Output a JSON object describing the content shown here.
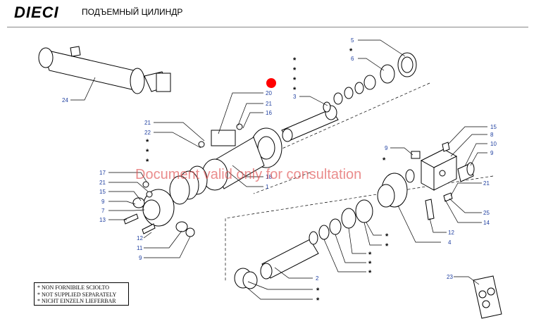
{
  "header": {
    "logo": "DIECI",
    "title": "ПОДЪЕМНЫЙ ЦИЛИНДР"
  },
  "watermark": "Document valid only for consultation",
  "legend": {
    "lines": [
      "* NON FORNIBILE SCIOLTO",
      "* NOT SUPPLIED SEPARATELY",
      "* NICHT EINZELN LIEFERBAR"
    ]
  },
  "callouts": {
    "c24": "24",
    "c5": "5",
    "c6": "6",
    "c3": "3",
    "c20": "20",
    "c21a": "21",
    "c16": "16",
    "c21b": "21",
    "c22": "22",
    "c18": "18",
    "c1": "1",
    "c17": "17",
    "c21c": "21",
    "c15a": "15",
    "c9a": "9",
    "c7": "7",
    "c13": "13",
    "c12a": "12",
    "c11": "11",
    "c9b": "9",
    "c15b": "15",
    "c8": "8",
    "c10": "10",
    "c9c": "9",
    "c9d": "9",
    "c21d": "21",
    "c25": "25",
    "c14": "14",
    "c12b": "12",
    "c4": "4",
    "c2": "2",
    "c23": "23"
  },
  "star_marker": "*",
  "colors": {
    "callout": "#1f3fa0",
    "watermark": "#e05050",
    "highlight": "#ff0000"
  }
}
